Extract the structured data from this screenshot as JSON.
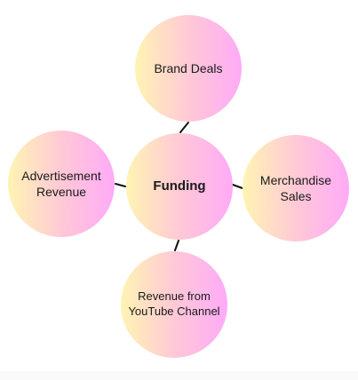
{
  "diagram": {
    "center": {
      "label": "Funding"
    },
    "nodes": {
      "brand_deals": {
        "label": "Brand Deals"
      },
      "advertisement_revenue": {
        "label_line1": "Advertisement",
        "label_line2": "Revenue"
      },
      "merchandise_sales": {
        "label_line1": "Merchandise",
        "label_line2": "Sales"
      },
      "youtube_revenue": {
        "label_line1": "Revenue from",
        "label_line2": "YouTube Channel"
      }
    },
    "colors": {
      "gradient_start": "#fff4b3",
      "gradient_mid": "#ffc9d6",
      "gradient_end": "#ffaaf7",
      "connector": "#111111",
      "text": "#1a1a1a"
    }
  }
}
